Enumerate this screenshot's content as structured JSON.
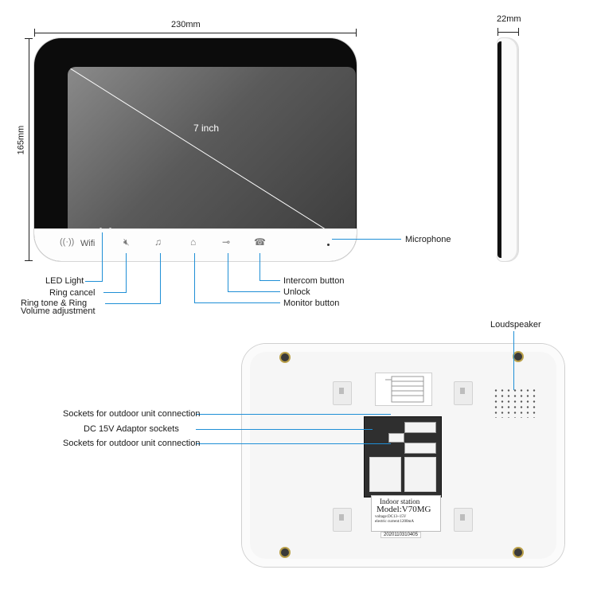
{
  "dimensions": {
    "width": "230mm",
    "height": "165mm",
    "depth": "22mm"
  },
  "screen": {
    "size": "7 inch"
  },
  "front": {
    "wifi_label": "Wifi"
  },
  "front_callouts": {
    "microphone": "Microphone",
    "led_light": "LED Light",
    "ring_cancel": "Ring cancel",
    "ring_tone_line1": "Ring tone & Ring",
    "ring_tone_line2": "Volume adjustment",
    "intercom": "Intercom button",
    "unlock": "Unlock",
    "monitor": "Monitor button"
  },
  "back_callouts": {
    "loudspeaker": "Loudspeaker",
    "sockets_outdoor_1": "Sockets for outdoor unit connection",
    "dc_adaptor": "DC 15V Adaptor sockets",
    "sockets_outdoor_2": "Sockets for outdoor unit connection"
  },
  "back_label": {
    "line1": "Indoor station",
    "line2": "Model:V70MG",
    "line3": "voltage:DC13~15V",
    "line4": "electric current:1200mA",
    "serial": "2020110310405"
  },
  "colors": {
    "callout_line": "#1f8fd6",
    "bezel": "#0c0c0c"
  }
}
